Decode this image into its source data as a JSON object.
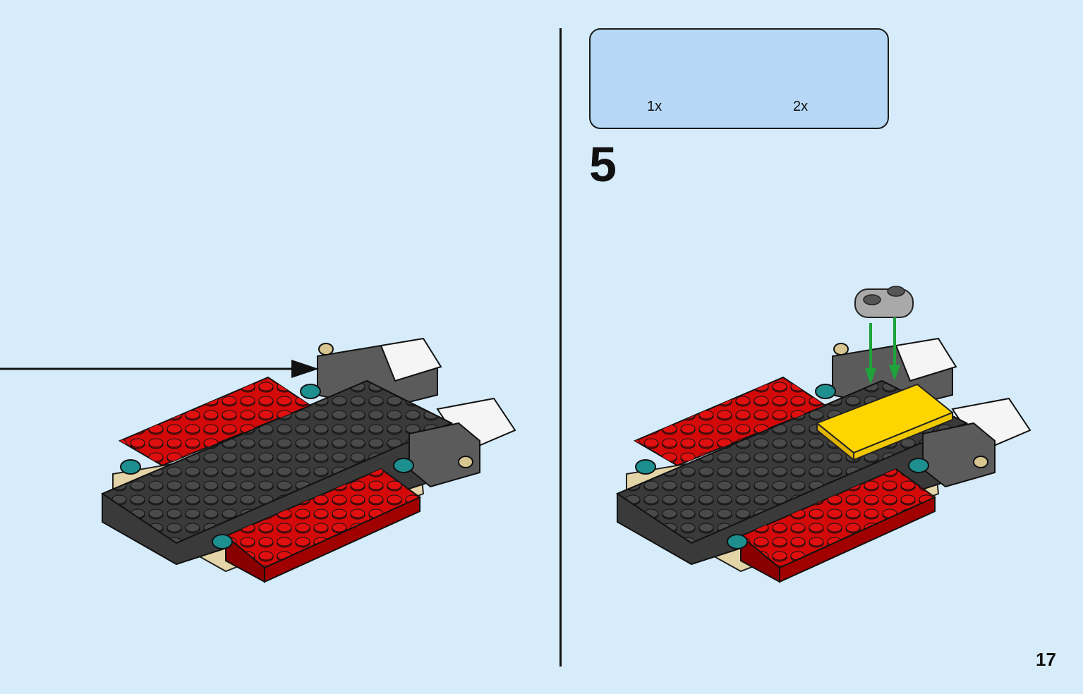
{
  "parts": [
    {
      "qty": "1x",
      "icon": "yellow-tile-icon",
      "color": "#ffd500"
    },
    {
      "qty": "2x",
      "icon": "grey-plate-icon",
      "color": "#a9a9a9"
    }
  ],
  "step": {
    "number": "5"
  },
  "page": {
    "number": "17"
  },
  "colors": {
    "background": "#d6ecfb",
    "parts_box": "#b6d8f6",
    "red": "#d40a0a",
    "dark_grey": "#3a3a3a",
    "teal": "#1e8f8f",
    "tan": "#e4d5a8",
    "arrow_green": "#1fa33a"
  }
}
